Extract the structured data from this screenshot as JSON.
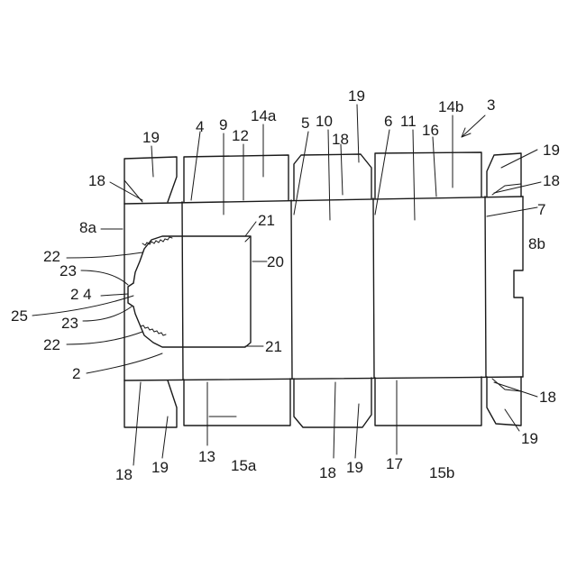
{
  "labels": {
    "l3": "3",
    "l4": "4",
    "l5": "5",
    "l6": "6",
    "l7": "7",
    "l9": "9",
    "l10": "10",
    "l11": "11",
    "l12": "12",
    "l13": "13",
    "l14a": "14a",
    "l14b": "14b",
    "l15a": "15a",
    "l15b": "15b",
    "l16": "16",
    "l17": "17",
    "l18_top_left": "18",
    "l18_top_mid": "18",
    "l18_top_right": "18",
    "l18_bot_right": "18",
    "l18_bot_left": "18",
    "l18_bot_mid": "18",
    "l19_top_left": "19",
    "l19_top_mid": "19",
    "l19_top_right": "19",
    "l19_bot_left": "19",
    "l19_bot_mid": "19",
    "l19_bot_right": "19",
    "l20": "20",
    "l21_top": "21",
    "l21_bot": "21",
    "l22_top": "22",
    "l22_bot": "22",
    "l23_top": "23",
    "l23_bot": "23",
    "l24": "2 4",
    "l25": "25",
    "l2": "2",
    "l8a": "8a",
    "l8b": "8b"
  }
}
